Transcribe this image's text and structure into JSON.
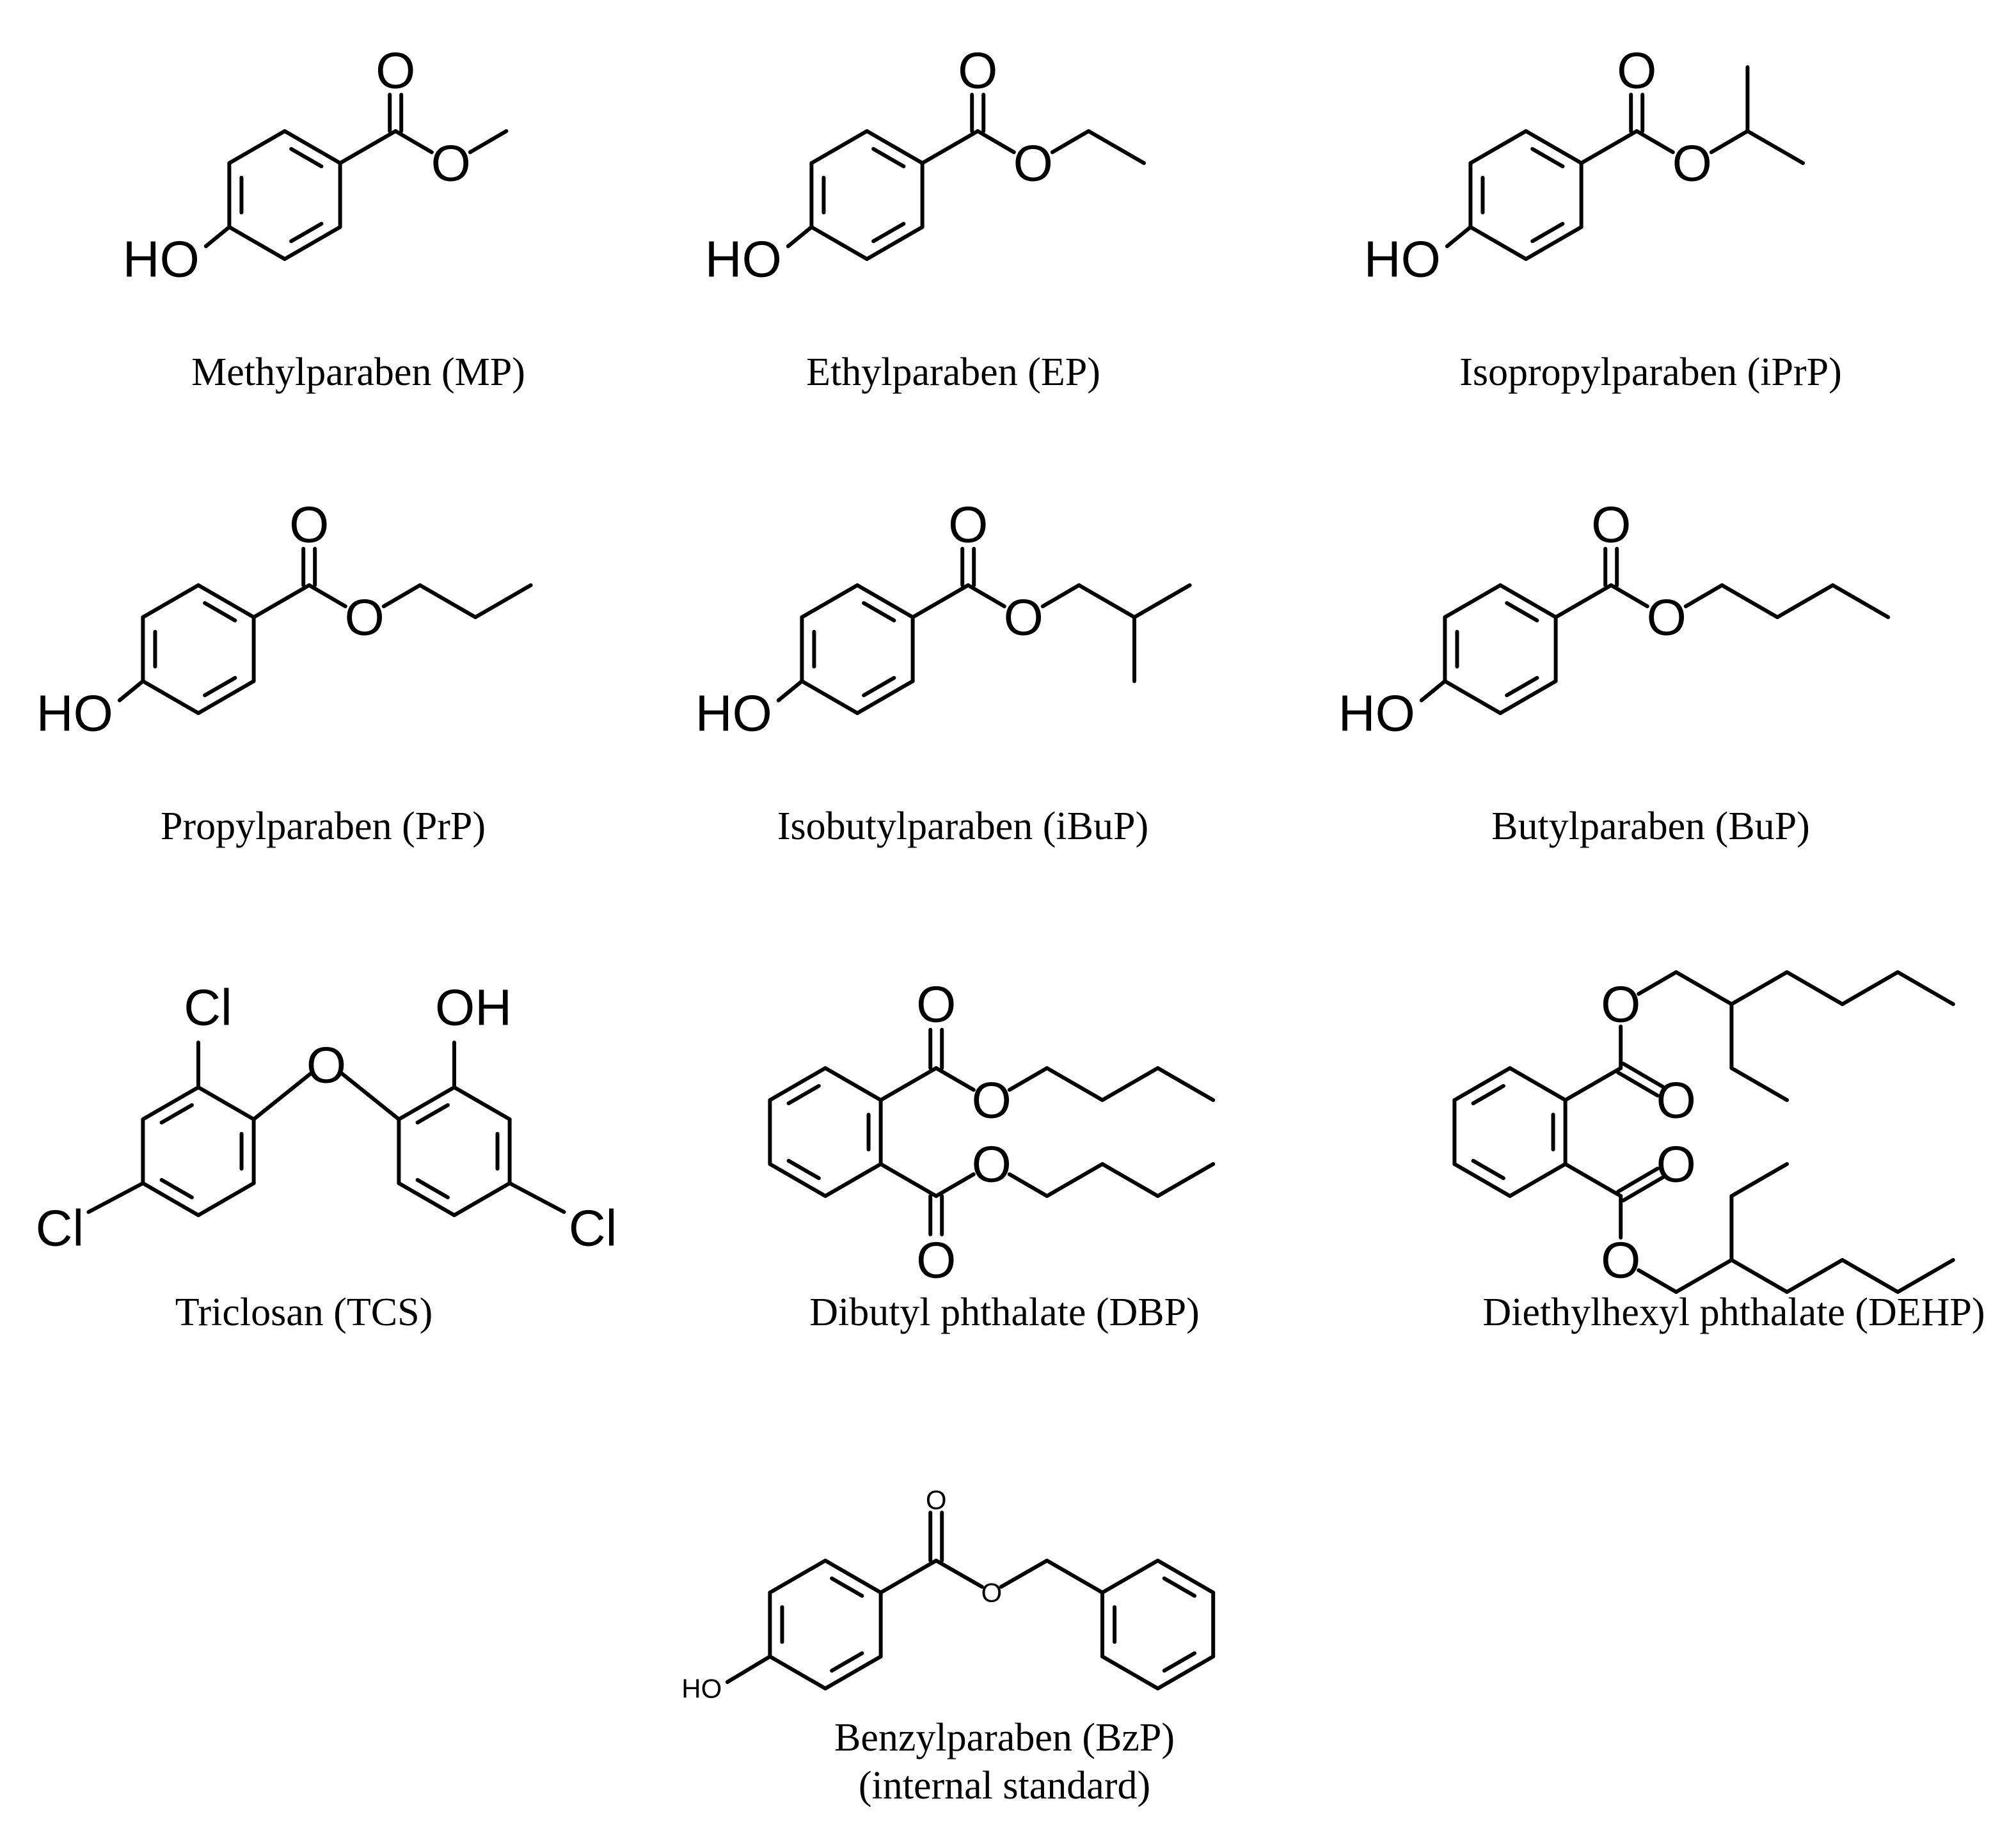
{
  "compounds": [
    {
      "id": "mp",
      "name": "Methylparaben (MP)"
    },
    {
      "id": "ep",
      "name": "Ethylparaben (EP)"
    },
    {
      "id": "iprp",
      "name": "Isopropylparaben (iPrP)"
    },
    {
      "id": "prp",
      "name": "Propylparaben (PrP)"
    },
    {
      "id": "ibup",
      "name": "Isobutylparaben (iBuP)"
    },
    {
      "id": "bup",
      "name": "Butylparaben (BuP)"
    },
    {
      "id": "tcs",
      "name": "Triclosan (TCS)"
    },
    {
      "id": "dbp",
      "name": "Dibutyl phthalate (DBP)"
    },
    {
      "id": "dehp",
      "name": "Diethylhexyl phthalate (DEHP)"
    },
    {
      "id": "bzp",
      "name": "Benzylparaben (BzP)",
      "note": "(internal standard)"
    }
  ],
  "atom_labels": {
    "oxygen": "O",
    "hydroxyl": "HO",
    "hydroxyl_right": "OH",
    "chlorine": "Cl"
  }
}
